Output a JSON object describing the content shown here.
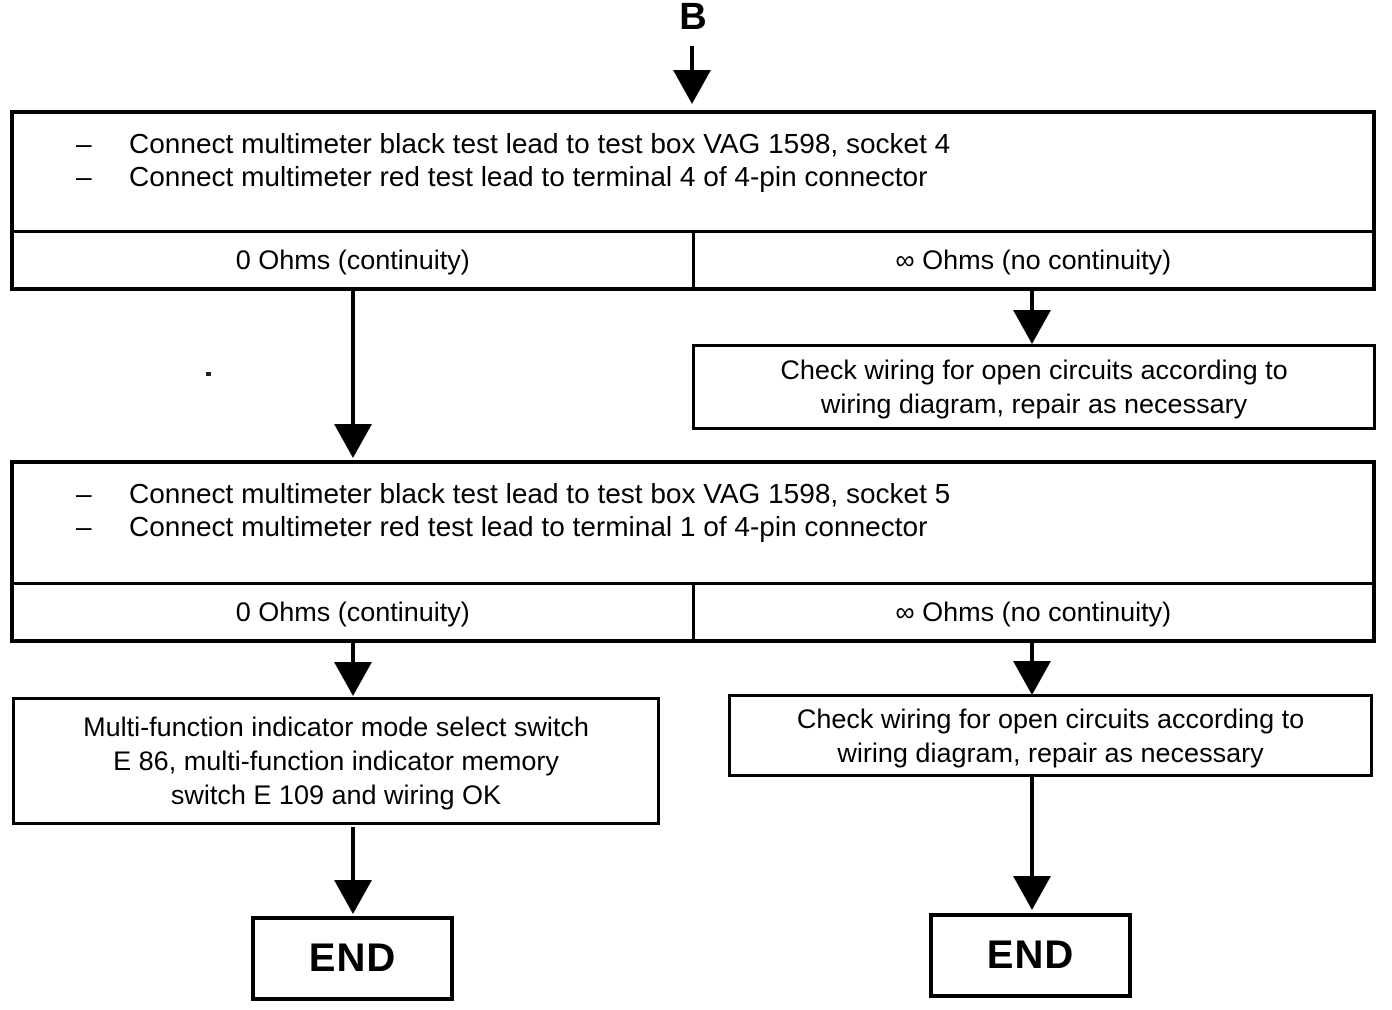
{
  "connector": {
    "label": "B"
  },
  "bullet_dash": "–",
  "steps": [
    {
      "instructions": [
        "Connect multimeter black test lead to test box VAG 1598, socket 4",
        "Connect multimeter red test lead to terminal 4 of 4-pin connector"
      ],
      "result_continuity": "0 Ohms (continuity)",
      "result_no_continuity": "∞ Ohms (no continuity)"
    },
    {
      "instructions": [
        "Connect multimeter black test lead to test box VAG 1598, socket 5",
        "Connect multimeter red test lead to terminal 1 of 4-pin connector"
      ],
      "result_continuity": "0 Ohms (continuity)",
      "result_no_continuity": "∞ Ohms (no continuity)"
    }
  ],
  "check_wiring_action": {
    "lines": [
      "Check wiring for open circuits according to",
      "wiring diagram, repair as necessary"
    ]
  },
  "pass_outcome": {
    "lines": [
      "Multi-function indicator mode select switch",
      "E 86, multi-function indicator memory",
      "switch E 109 and wiring OK"
    ]
  },
  "end_labels": {
    "left": "END",
    "right": "END"
  },
  "colors": {
    "ink": "#000000",
    "paper": "#ffffff"
  }
}
